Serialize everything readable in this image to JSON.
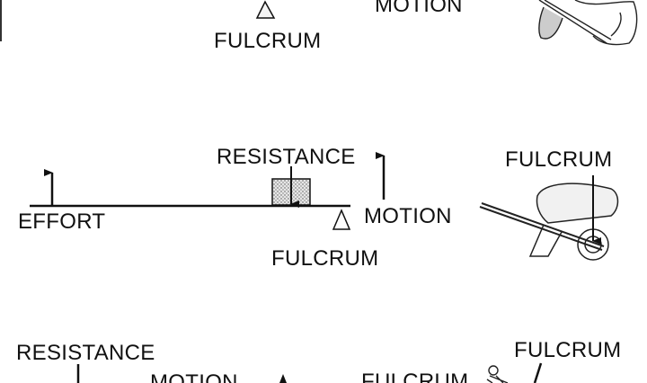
{
  "top_panel": {
    "fulcrum_label": "FULCRUM",
    "motion_label": "MOTION"
  },
  "middle_panel": {
    "resistance_label": "RESISTANCE",
    "effort_label": "EFFORT",
    "motion_label": "MOTION",
    "fulcrum_label": "FULCRUM",
    "wheelbarrow_fulcrum_label": "FULCRUM"
  },
  "bottom_panel": {
    "resistance_label": "RESISTANCE",
    "motion_label": "MOTION",
    "fulcrum_label": "FULCRUM",
    "figure_fulcrum_label": "FULCRUM"
  }
}
